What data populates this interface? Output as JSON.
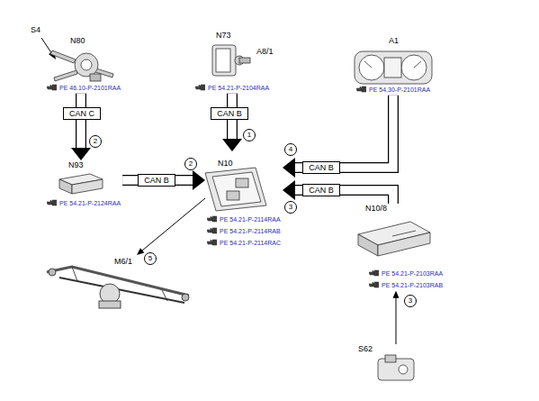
{
  "diagram": {
    "nodes": [
      {
        "text": [
          "N80",
          "PE 46.10-P-2101RAA"
        ]
      },
      {
        "text": [
          "N73",
          "A8/1",
          "PE 54.21-P-2104RAA"
        ]
      },
      {
        "text": [
          "A1",
          "PE 54.30-P-2101RAA"
        ]
      },
      {
        "text": [
          "N93",
          "PE 54.21-P-2124RAA"
        ]
      },
      {
        "text": [
          "N10",
          "PE 54.21-P-2114RAA",
          "PE 54.21-P-2114RAB",
          "PE 54.21-P-2114RAC"
        ]
      },
      {
        "text": [
          "N10/8",
          "PE 54.21-P-2103RAA",
          "PE 54.21-P-2103RAB"
        ]
      },
      {
        "text": [
          "M6/1"
        ]
      },
      {
        "text": [
          "S62"
        ]
      }
    ],
    "edges": [
      {
        "from": 0,
        "to": 3,
        "label": "CAN C",
        "arrow": "to"
      },
      {
        "from": 1,
        "to": 4,
        "label": "CAN B",
        "arrow": "to"
      },
      {
        "from": 3,
        "to": 4,
        "label": "CAN B",
        "arrow": "to"
      },
      {
        "from": 2,
        "to": 4,
        "label": "CAN B",
        "arrow": "to"
      },
      {
        "from": 5,
        "to": 4,
        "label": "CAN B",
        "arrow": "to"
      },
      {
        "from": 4,
        "to": 6,
        "arrow": "to"
      },
      {
        "from": 7,
        "to": 5,
        "arrow": "to"
      }
    ],
    "labels": [
      "S4",
      "1",
      "2",
      "2",
      "4",
      "3",
      "5",
      "3"
    ]
  }
}
